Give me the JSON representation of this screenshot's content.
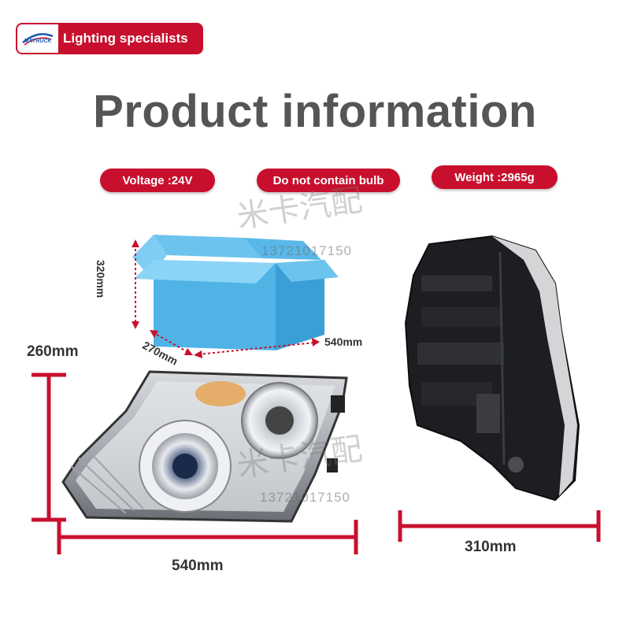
{
  "header": {
    "logo_text": "MATRUCK",
    "label": "Lighting specialists"
  },
  "title": "Product information",
  "specs": {
    "voltage": "Voltage :24V",
    "bulb": "Do not contain bulb",
    "weight": "Weight :2965g"
  },
  "box_dimensions": {
    "height": "320mm",
    "depth": "270mm",
    "width": "540mm"
  },
  "lamp_dimensions": {
    "height": "260mm",
    "width": "540mm",
    "side_depth": "310mm"
  },
  "watermark": {
    "text": "米卡汽配",
    "phone": "13721017150"
  },
  "colors": {
    "accent": "#c8102e",
    "box": "#4fb3e6",
    "title": "#555555"
  }
}
